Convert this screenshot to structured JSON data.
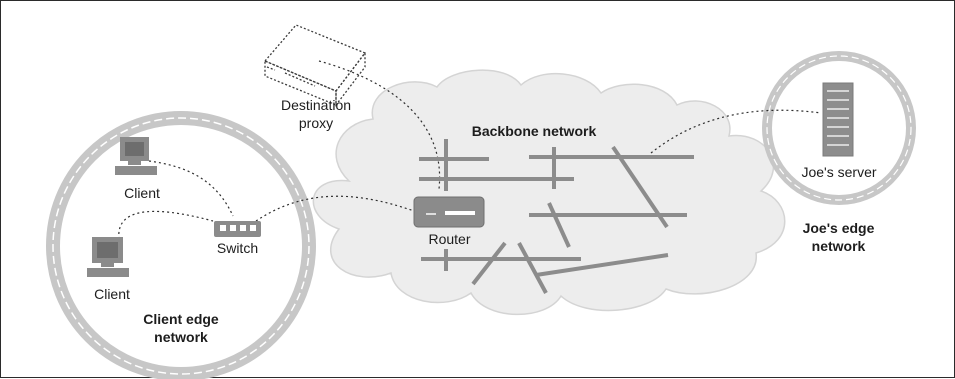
{
  "labels": {
    "destination_proxy": [
      "Destination",
      "proxy"
    ],
    "backbone": "Backbone network",
    "joes_server": "Joe's server",
    "joes_edge": [
      "Joe's edge",
      "network"
    ],
    "client_top": "Client",
    "client_bottom": "Client",
    "switch": "Switch",
    "router": "Router",
    "client_edge": [
      "Client edge",
      "network"
    ]
  },
  "colors": {
    "cloud_fill": "#ededed",
    "edge_ring": "#c6c6c6",
    "device": "#8a8a8a",
    "backbone_lines": "#8f8f8f",
    "connector": "#333333"
  }
}
